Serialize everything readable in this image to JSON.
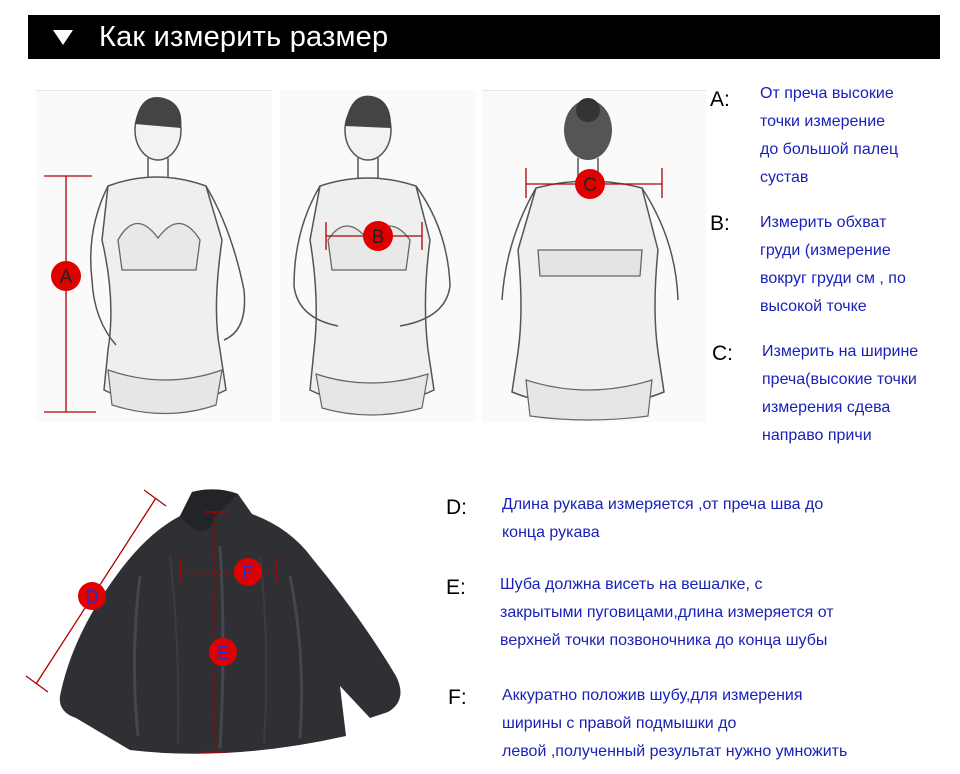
{
  "header": {
    "title": "Как измерить размер"
  },
  "markers": {
    "a": "A",
    "b": "B",
    "c": "C",
    "d": "D",
    "e": "E",
    "f": "F"
  },
  "colors": {
    "marker": "#e00000",
    "measure_line": "#b00000",
    "text": "#1a21b8"
  },
  "measurements": [
    {
      "key": "A:",
      "lines": [
        "От преча высокие",
        "точки измерение",
        "до большой палец",
        "сустав"
      ]
    },
    {
      "key": "B:",
      "lines": [
        "Измерить обхват",
        "груди (измерение",
        "вокруг груди см , по",
        "высокой точке"
      ]
    },
    {
      "key": "C:",
      "lines": [
        "Измерить на ширине",
        "преча(высокие точки",
        "измерения сдева",
        "направо причи"
      ]
    },
    {
      "key": "D:",
      "lines": [
        "Длина рукава измеряется ,от преча шва до",
        "конца рукава"
      ]
    },
    {
      "key": "E:",
      "lines": [
        "Шуба должна висеть на вешалке, с",
        "закрытыми пуговицами,длина измеряется от",
        "верхней точки позвоночника до конца шубы"
      ]
    },
    {
      "key": "F:",
      "lines": [
        "Аккуратно положив шубу,для измерения",
        "ширины с правой подмышки до",
        "левой ,полученный результат нужно умножить"
      ]
    }
  ]
}
